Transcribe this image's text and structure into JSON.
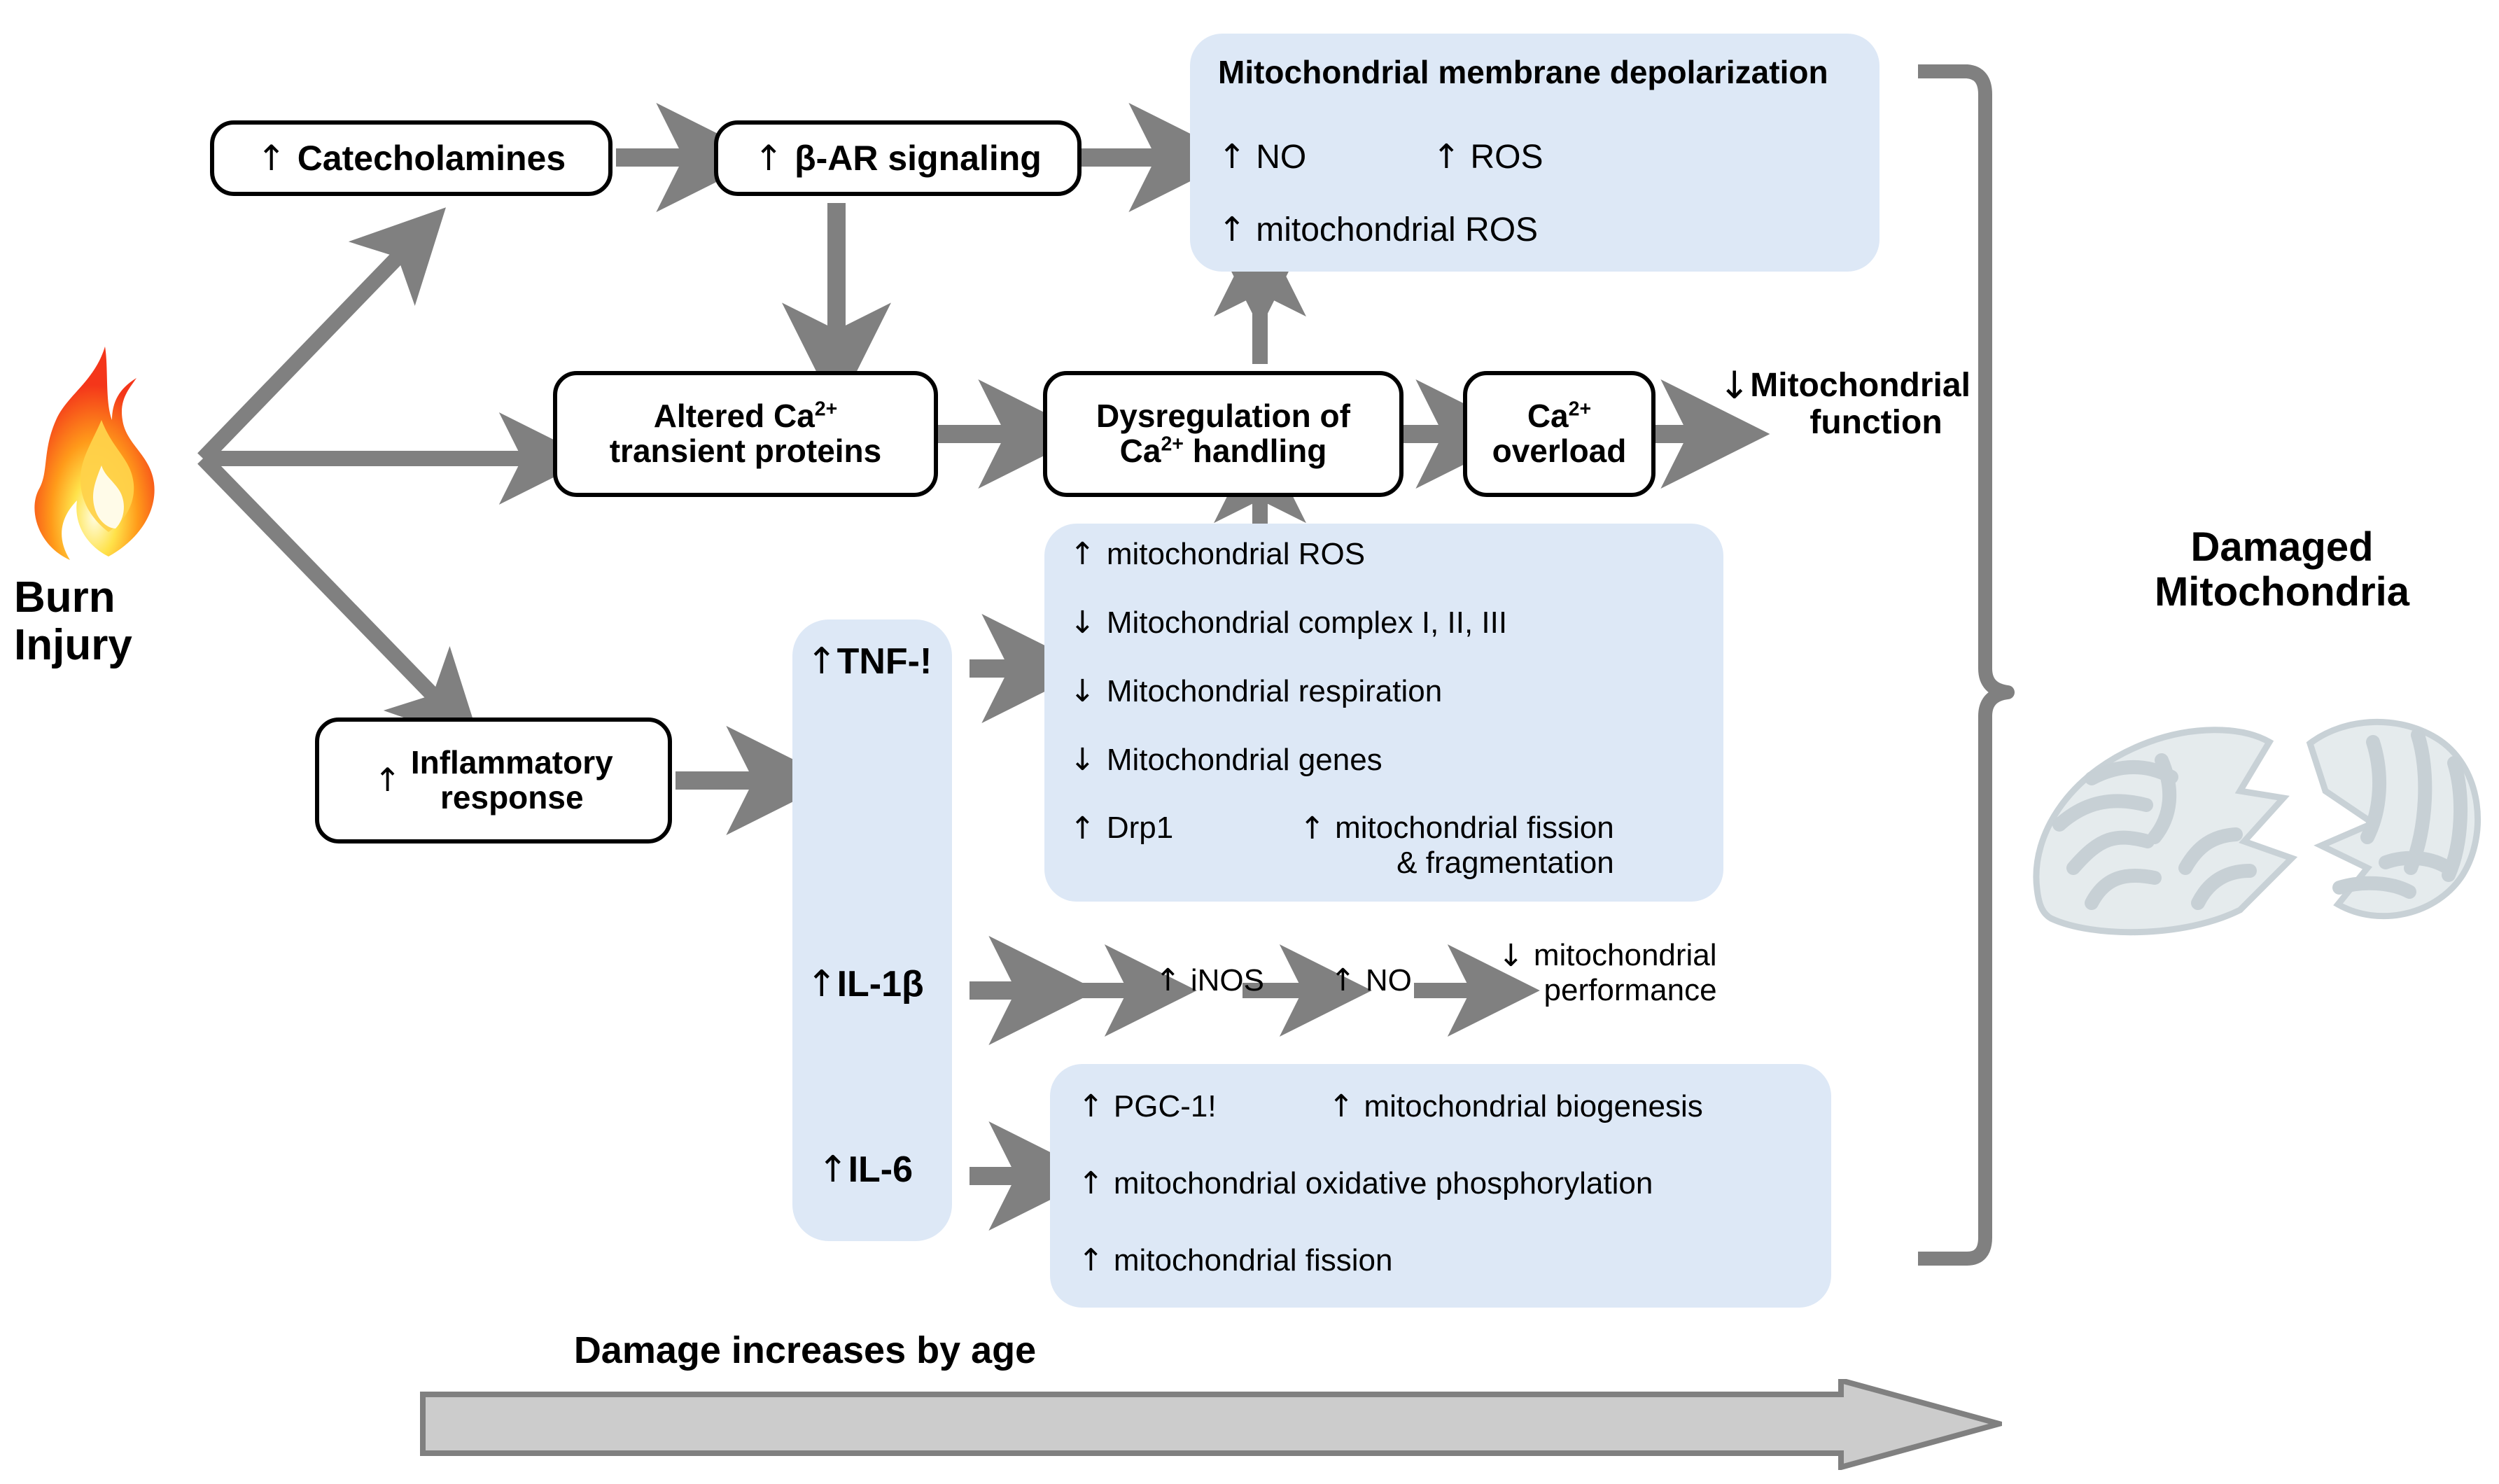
{
  "figure": {
    "title": "Burn injury mitochondrial damage pathway",
    "accent_blue": "#dde8f6",
    "arrow_gray": "#808080",
    "bottom_arrow_fill": "#cccccc"
  },
  "source": {
    "label_line1": "Burn",
    "label_line2": "Injury",
    "icon": "flame-icon"
  },
  "nodes": {
    "catecholamines": {
      "arrow": "↑",
      "label": "Catecholamines"
    },
    "bar_signaling": {
      "arrow": "↑",
      "label": "β-AR signaling"
    },
    "altered_ca": {
      "arrow": "",
      "line1": "Altered Ca",
      "sup1": "2+",
      "line2": "transient proteins"
    },
    "dysregulation": {
      "line1": "Dysregulation of",
      "line2pre": "Ca",
      "sup2": "2+",
      "line2post": " handling"
    },
    "ca_overload": {
      "line1pre": "Ca",
      "sup": "2+",
      "line2": "overload"
    },
    "inflammatory": {
      "arrow": "↑",
      "line1": "Inflammatory",
      "line2": "response"
    }
  },
  "mito_function": {
    "arrow": "↓",
    "line1": "Mitochondrial",
    "line2": "function"
  },
  "depolarization_panel": {
    "title": "Mitochondrial membrane depolarization",
    "rows": [
      {
        "arrow": "↑",
        "text": "NO",
        "connector": "arrow-right",
        "arrow2": "↑",
        "text2": "ROS"
      },
      {
        "arrow": "↑",
        "text": "mitochondrial ROS"
      }
    ]
  },
  "cytokines": [
    {
      "arrow": "↑",
      "label": "TNF-!",
      "name": "tnf-alpha"
    },
    {
      "arrow": "↑",
      "label": "IL-1β",
      "name": "il-1-beta"
    },
    {
      "arrow": "↑",
      "label": "IL-6",
      "name": "il-6"
    }
  ],
  "tnf_panel": {
    "rows": [
      {
        "arrow": "↑",
        "text": "mitochondrial ROS"
      },
      {
        "arrow": "↓",
        "text": "Mitochondrial complex I, II, III"
      },
      {
        "arrow": "↓",
        "text": "Mitochondrial respiration"
      },
      {
        "arrow": "↓",
        "text": "Mitochondrial genes"
      },
      {
        "arrow": "↑",
        "text": "Drp1",
        "connector": "arrow-right",
        "arrow2": "↑",
        "text2": "mitochondrial fission",
        "text2b": "& fragmentation"
      }
    ]
  },
  "il1b_chain": {
    "arrow1": "↑",
    "item1": "iNOS",
    "arrow2": "↑",
    "item2": "NO",
    "arrow3": "↓",
    "item3a": "mitochondrial",
    "item3b": "performance"
  },
  "il6_panel": {
    "rows": [
      {
        "arrow": "↑",
        "text": "PGC-1!",
        "connector": "arrow-right",
        "arrow2": "↑",
        "text2": "mitochondrial biogenesis"
      },
      {
        "arrow": "↑",
        "text": "mitochondrial oxidative phosphorylation"
      },
      {
        "arrow": "↑",
        "text": "mitochondrial fission"
      }
    ]
  },
  "outcome": {
    "line1": "Damaged",
    "line2": "Mitochondria",
    "icon": "broken-mitochondria-icon"
  },
  "timeline": {
    "label": "Damage increases by age",
    "icon": "right-arrow-band"
  }
}
